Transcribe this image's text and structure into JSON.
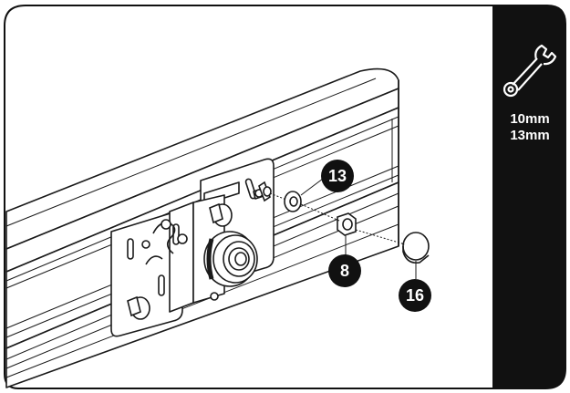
{
  "tools": {
    "icon": "wrench-icon",
    "sizes": [
      "10mm",
      "13mm"
    ]
  },
  "callouts": [
    {
      "id": "13"
    },
    {
      "id": "8"
    },
    {
      "id": "16"
    }
  ],
  "colors": {
    "frame": "#111111",
    "sidebar": "#111111",
    "callout_bg": "#111111",
    "callout_text": "#ffffff",
    "line": "#1a1a1a"
  }
}
